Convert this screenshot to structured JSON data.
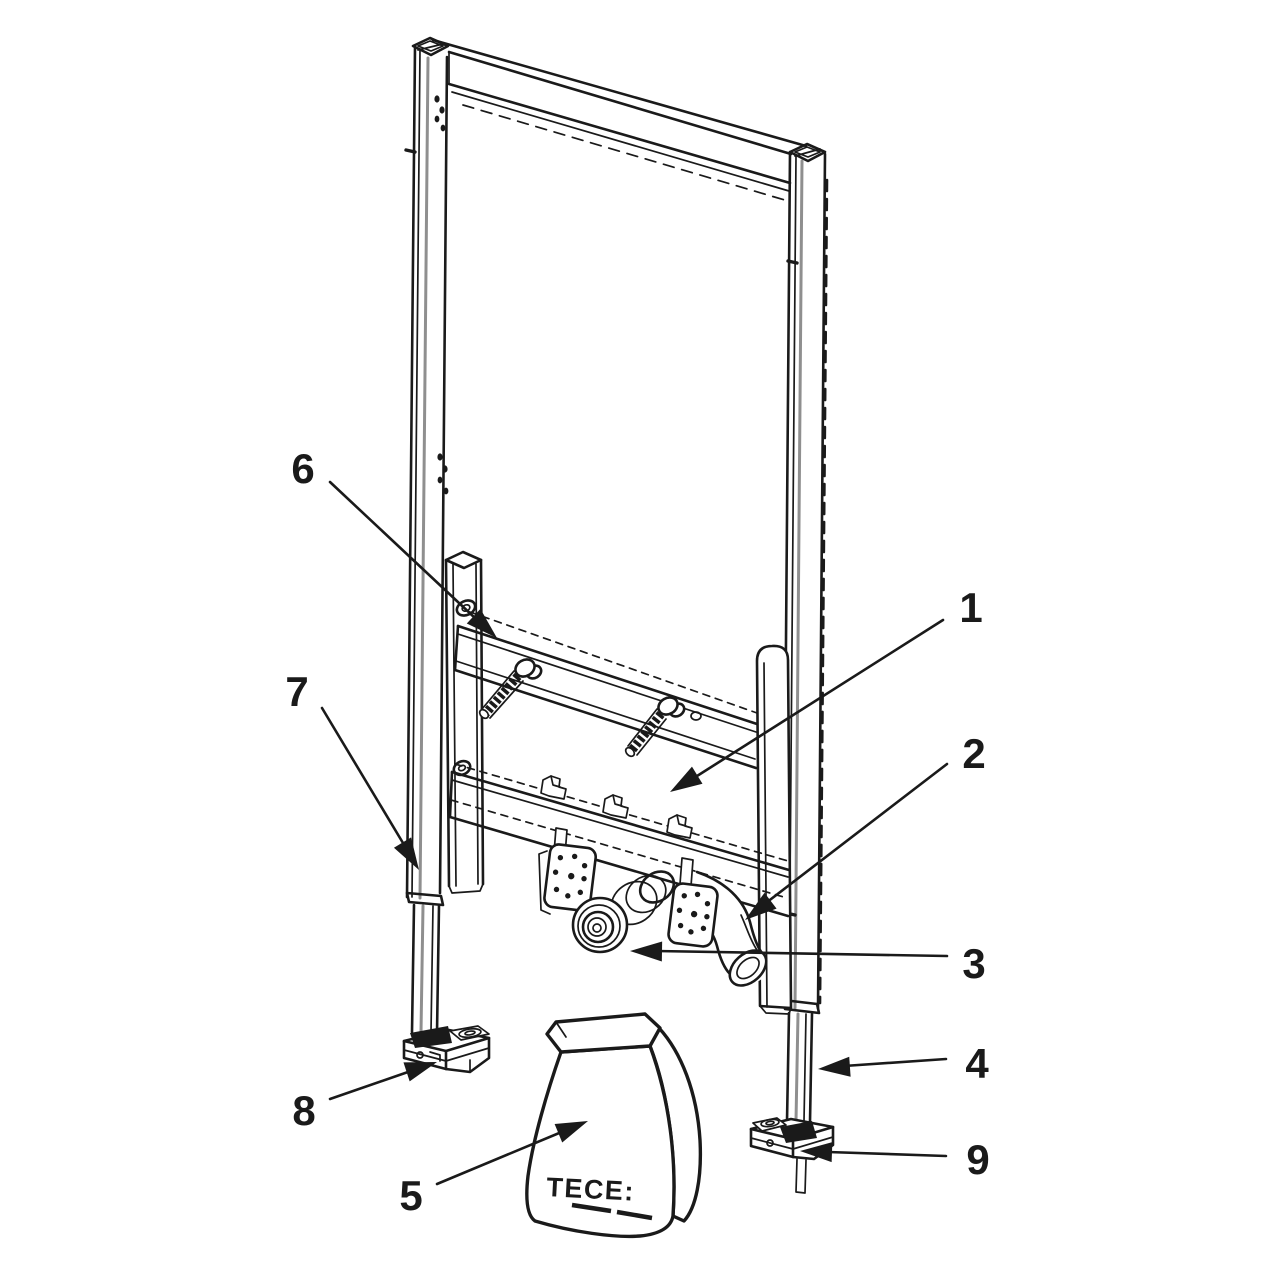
{
  "diagram": {
    "background_color": "#ffffff",
    "line_color": "#1a1a1a",
    "callouts": [
      {
        "number": "1"
      },
      {
        "number": "2"
      },
      {
        "number": "3"
      },
      {
        "number": "4"
      },
      {
        "number": "5"
      },
      {
        "number": "6"
      },
      {
        "number": "7"
      },
      {
        "number": "8"
      },
      {
        "number": "9"
      }
    ],
    "bag": {
      "logo_text": "TECE:"
    }
  }
}
